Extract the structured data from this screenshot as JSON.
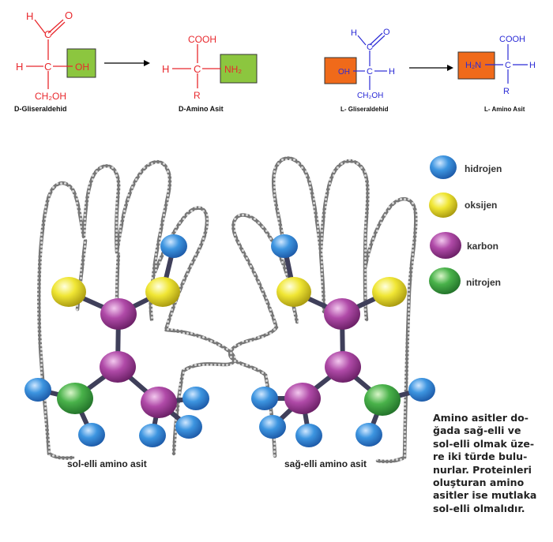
{
  "formulas": {
    "d_glyceraldehyde": {
      "aldehyde_h": "H",
      "aldehyde_o": "O",
      "carbon": "C",
      "left_h": "H",
      "oh": "OH",
      "ch2oh": "CH₂OH",
      "name": "D-Gliseraldehid"
    },
    "d_amino_acid": {
      "cooh": "COOH",
      "left_h": "H",
      "carbon": "C",
      "nh2": "NH₂",
      "r": "R",
      "name": "D-Amino Asit"
    },
    "l_glyceraldehyde": {
      "aldehyde_h": "H",
      "aldehyde_o": "O",
      "carbon": "C",
      "oh": "OH",
      "right_h": "H",
      "ch2oh": "CH₂OH",
      "name": "L- Gliseraldehid"
    },
    "l_amino_acid": {
      "cooh": "COOH",
      "nh2": "H₂N",
      "carbon": "C",
      "right_h": "H",
      "r": "R",
      "name": "L- Amino Asit"
    }
  },
  "legend": [
    {
      "label": "hidrojen",
      "color": "#3d95e0"
    },
    {
      "label": "oksijen",
      "color": "#f0e634"
    },
    {
      "label": "karbon",
      "color": "#b04aa8"
    },
    {
      "label": "nitrojen",
      "color": "#49b24a"
    }
  ],
  "hands": {
    "left_caption": "sol-elli amino asit",
    "right_caption": "sağ-elli amino asit"
  },
  "note": "Amino asitler do-\nğada sağ-elli ve\nsol-elli olmak üze-\nre iki türde bulu-\nnurlar. Proteinleri\noluşturan amino\nasitler ise mutlaka\nsol-elli olmalıdır.",
  "colors": {
    "d_series": "#e8282d",
    "l_series": "#2b2bd6",
    "green_box": "#8cc63f",
    "orange_box": "#f06a1a"
  }
}
